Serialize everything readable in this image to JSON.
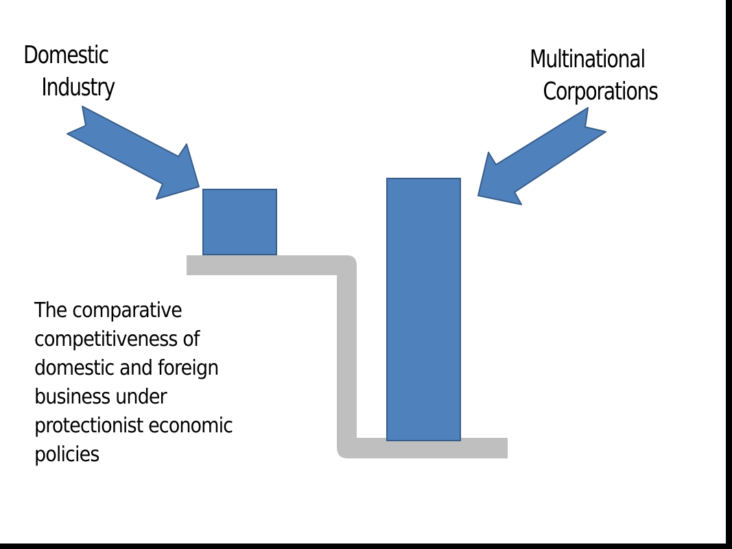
{
  "labels": {
    "domestic": {
      "line1": "Domestic",
      "line2": "Industry"
    },
    "multinational": {
      "line1": "Multinational",
      "line2": "Corporations"
    }
  },
  "caption": {
    "lines": [
      "The comparative",
      "competitiveness of",
      "domestic and foreign",
      "business under",
      "protectionist economic",
      "policies"
    ]
  },
  "colors": {
    "shape_fill": "#4f81bd",
    "shape_stroke": "#385d8a",
    "step_fill": "#bfbfbf",
    "background": "#ffffff",
    "frame": "#000000"
  },
  "shapes": {
    "domestic_block": {
      "relative_height": "short",
      "position": "upper step"
    },
    "multinational_block": {
      "relative_height": "tall",
      "position": "lower step"
    }
  }
}
